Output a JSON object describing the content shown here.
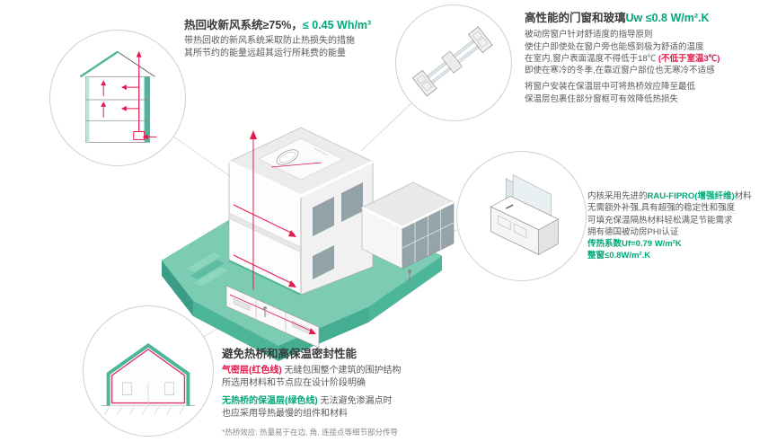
{
  "colors": {
    "green": "#00a878",
    "red": "#e6174b",
    "teal_top": "#7bccb2",
    "teal_side": "#4db59a"
  },
  "heat_recovery": {
    "title_main": "热回收新风系统≥75%，",
    "title_value": "≤ 0.45 Wh/m³",
    "line1": "带热回收的新风系统采取防止热损失的措施",
    "line2": "其所节约的能量远超其运行所耗费的能量"
  },
  "windows": {
    "title_main": "高性能的门窗和玻璃",
    "title_value": "Uw ≤0.8 W/m².K",
    "line1": "被动房窗户针对舒适度的指导原则",
    "line2": "使住户即使处在窗户旁也能感到极为舒适的温度",
    "line3a": "在室内,窗户表面温度不得低于18℃ ",
    "line3b": "(不低于室温3℃)",
    "line4": "即使在寒冷的冬季,在靠近窗户部位也无寒冷不适感",
    "line5": "将窗户安装在保温层中可将热桥效应降至最低",
    "line6": "保温层包裹住部分窗框可有效降低热损失"
  },
  "profile": {
    "line1a": "内核采用先进的",
    "line1b": "RAU-FIPRO(增强纤维)",
    "line1c": "材料",
    "line2": "无需额外补强,具有超强的稳定性和强度",
    "line3": "可填充保温隔热材料轻松满足节能需求",
    "line4": "拥有德国被动房PHI认证",
    "line5": "传热系数Uf=0.79 W/m²K",
    "line6": "整窗≤0.8W/m².K"
  },
  "thermal": {
    "title": "避免热桥和高保温密封性能",
    "red_label": "气密层(红色线)",
    "line1": " 无缝包围整个建筑的围护结构",
    "line2": "所选用材料和节点应在设计阶段明确",
    "green_label": "无热桥的保温层(绿色线)",
    "line3": " 无法避免渗漏点时",
    "line4": "也应采用导热最慢的组件和材料",
    "footnote": "*热桥效应: 热量易于在边, 角, 连接点等细节部分传导"
  }
}
